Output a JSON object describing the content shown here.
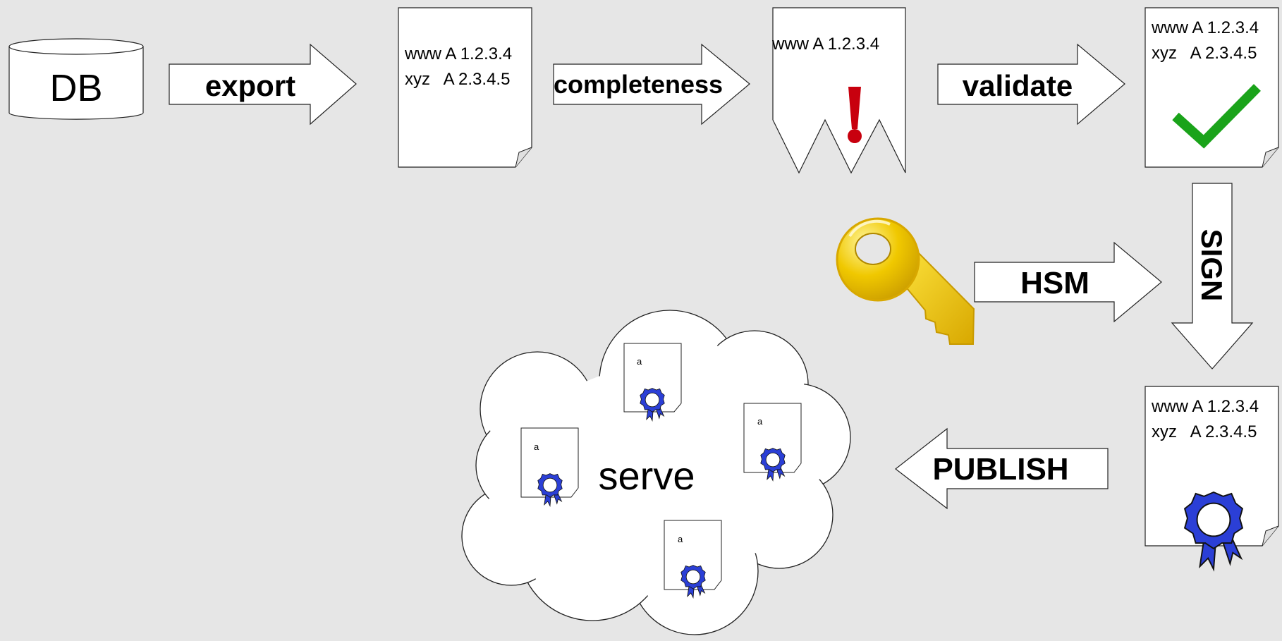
{
  "db": {
    "label": "DB"
  },
  "arrows": {
    "export": "export",
    "completeness": "completeness",
    "validate": "validate",
    "hsm": "HSM",
    "sign": "SIGN",
    "publish": "PUBLISH"
  },
  "docs": {
    "exported": {
      "line1": "www A 1.2.3.4",
      "line2": "xyz   A 2.3.4.5"
    },
    "incomplete": {
      "line1": "www A 1.2.3.4",
      "mark": "!"
    },
    "validated": {
      "line1": "www A 1.2.3.4",
      "line2": "xyz   A 2.3.4.5"
    },
    "signed": {
      "line1": "www A 1.2.3.4",
      "line2": "xyz   A 2.3.4.5"
    }
  },
  "cloud": {
    "label": "serve",
    "mini_doc_text": "a"
  },
  "colors": {
    "background": "#e6e6e6",
    "check": "#1aa31a",
    "alert": "#c8000e",
    "seal": "#2b3fd6",
    "key": "#f0c800"
  }
}
